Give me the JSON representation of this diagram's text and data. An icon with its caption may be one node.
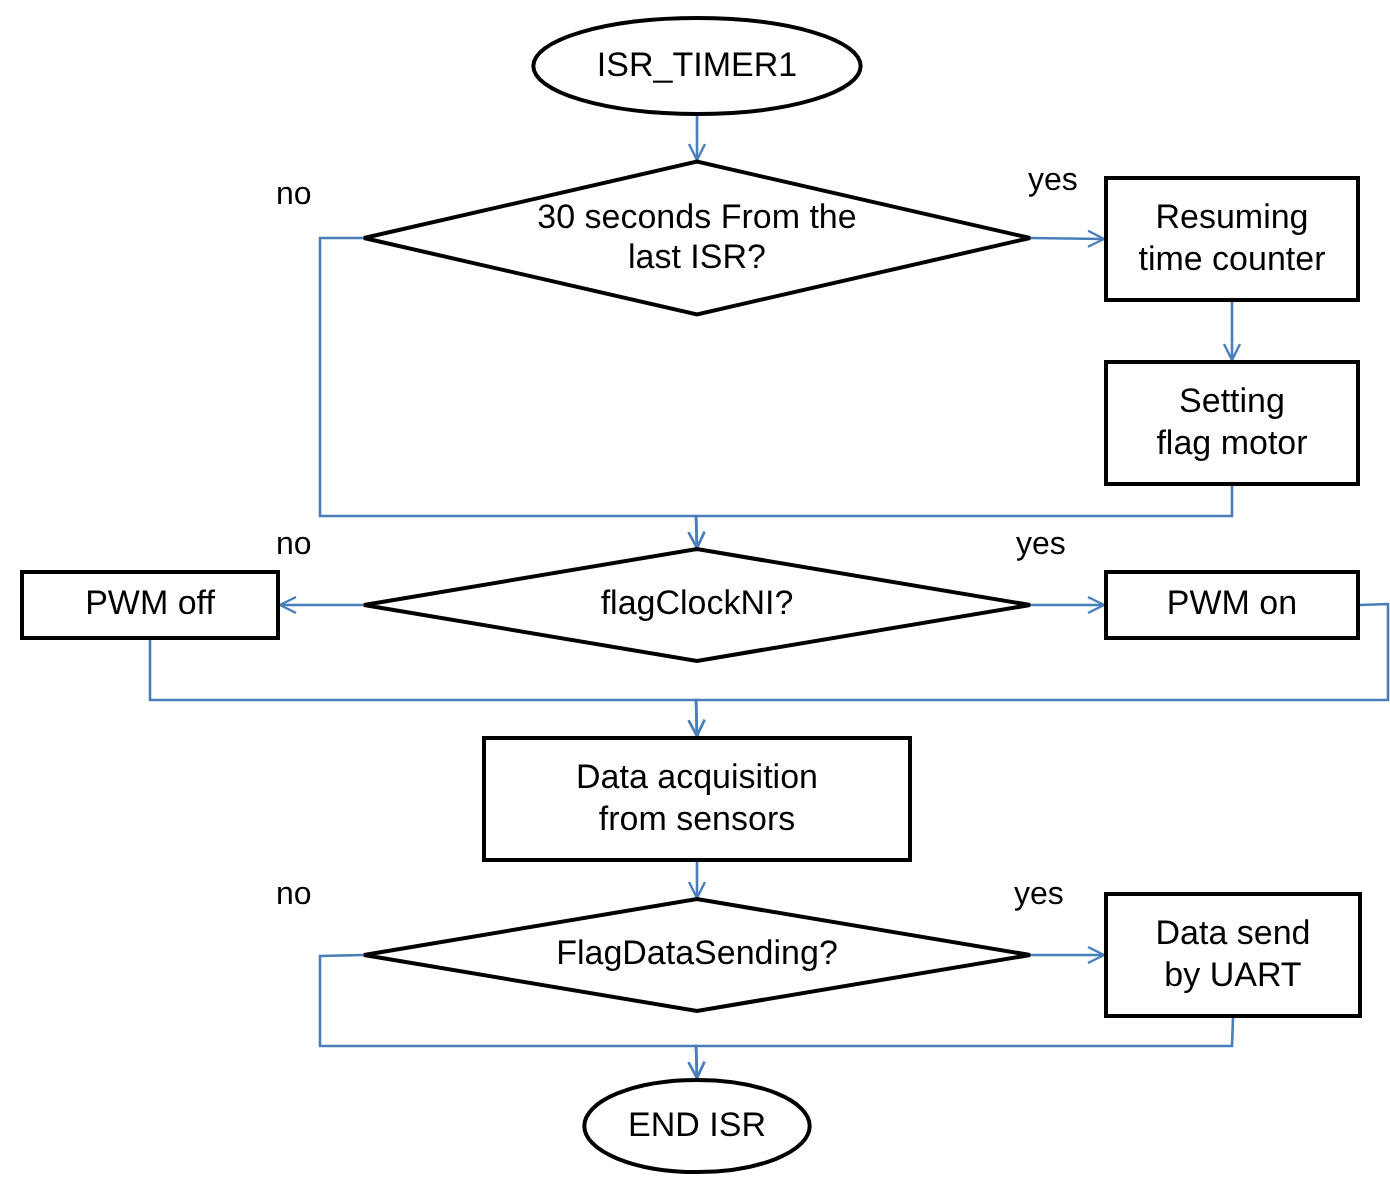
{
  "diagram": {
    "nodes": [
      {
        "text": [
          "ISR_TIMER1"
        ]
      },
      {
        "text": [
          "30 seconds From the last ISR?"
        ]
      },
      {
        "text": [
          "Resuming time counter"
        ]
      },
      {
        "text": [
          "Setting flag motor"
        ]
      },
      {
        "text": [
          "flagClockNI?"
        ]
      },
      {
        "text": [
          "PWM off"
        ]
      },
      {
        "text": [
          "PWM on"
        ]
      },
      {
        "text": [
          "Data acquisition from sensors"
        ]
      },
      {
        "text": [
          "FlagDataSending?"
        ]
      },
      {
        "text": [
          "Data send by UART"
        ]
      },
      {
        "text": [
          "END ISR"
        ]
      }
    ],
    "edges": [
      {
        "from": 0,
        "to": 1,
        "arrow": "to"
      },
      {
        "from": 1,
        "to": 2,
        "arrow": "to",
        "label": "yes"
      },
      {
        "from": 2,
        "to": 3,
        "arrow": "to"
      },
      {
        "from": 1,
        "to": 4,
        "arrow": "to",
        "label": "no"
      },
      {
        "from": 3,
        "to": 4,
        "arrow": "to"
      },
      {
        "from": 4,
        "to": 5,
        "arrow": "to",
        "label": "no"
      },
      {
        "from": 4,
        "to": 6,
        "arrow": "to",
        "label": "yes"
      },
      {
        "from": 5,
        "to": 7,
        "arrow": "to"
      },
      {
        "from": 6,
        "to": 7,
        "arrow": "to"
      },
      {
        "from": 7,
        "to": 8,
        "arrow": "to"
      },
      {
        "from": 8,
        "to": 9,
        "arrow": "to",
        "label": "yes"
      },
      {
        "from": 8,
        "to": 10,
        "arrow": "to",
        "label": "no"
      },
      {
        "from": 9,
        "to": 10,
        "arrow": "to"
      }
    ]
  }
}
